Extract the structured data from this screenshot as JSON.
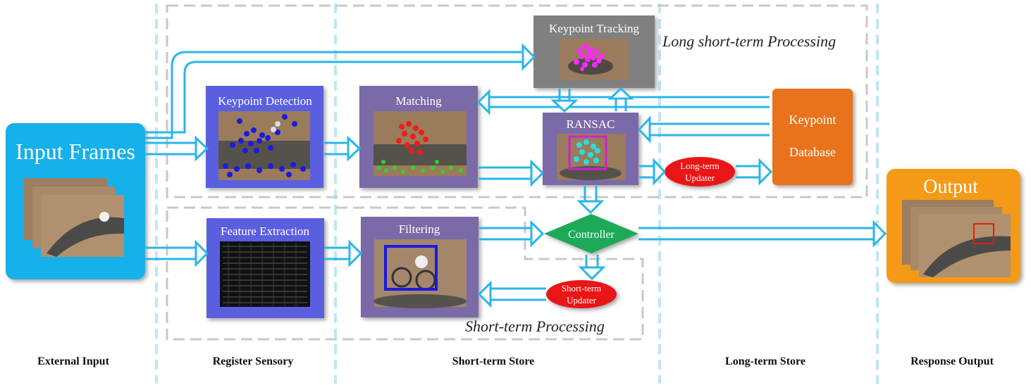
{
  "columns": {
    "external_input": "External Input",
    "register_sensory": "Register Sensory",
    "short_term_store": "Short-term Store",
    "long_term_store": "Long-term Store",
    "response_output": "Response Output"
  },
  "regions": {
    "long_short_term": "Long short-term Processing",
    "short_term": "Short-term Processing"
  },
  "nodes": {
    "input_frames": "Input Frames",
    "keypoint_tracking": "Keypoint Tracking",
    "keypoint_detection": "Keypoint Detection",
    "matching": "Matching",
    "ransac": "RANSAC",
    "keypoint_database_line1": "Keypoint",
    "keypoint_database_line2": "Database",
    "long_term_updater_line1": "Long-term",
    "long_term_updater_line2": "Updater",
    "feature_extraction": "Feature Extraction",
    "filtering": "Filtering",
    "controller": "Controller",
    "short_term_updater_line1": "Short-term",
    "short_term_updater_line2": "Updater",
    "output": "Output"
  },
  "colors": {
    "arrow": "#29b6e8",
    "input_box": "#12b0ea",
    "detection_box": "#5a5ee0",
    "matching_box": "#7a6aa8",
    "tracking_box": "#808080",
    "database_box": "#e8731a",
    "output_box": "#f59a12",
    "controller": "#1faa58",
    "updater": "#e81818"
  }
}
